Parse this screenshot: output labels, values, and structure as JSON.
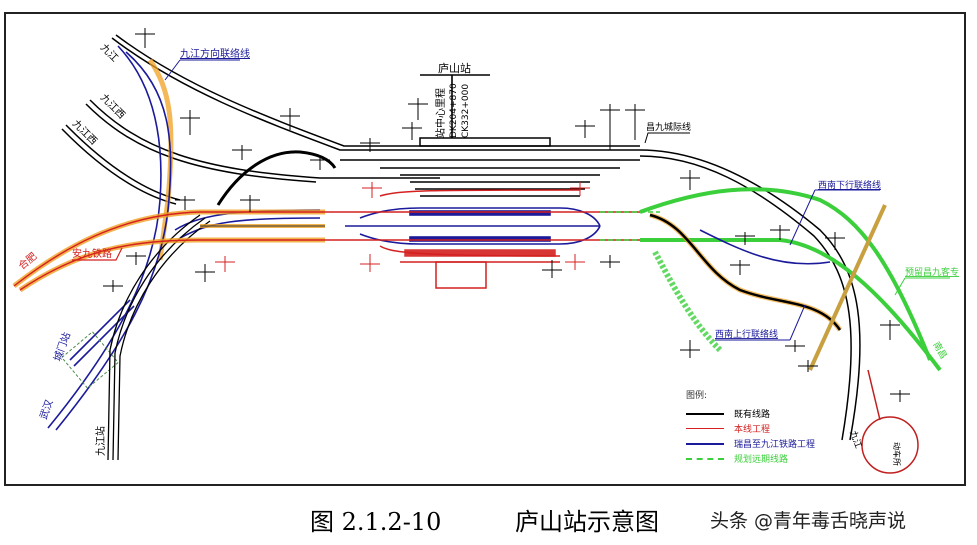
{
  "station": {
    "name": "庐山站",
    "center_label": "站中心里程",
    "mileage_1": "DK204+870",
    "mileage_2": "CK332+000"
  },
  "line_labels": {
    "jiujiang": "九江",
    "jiujiang_west_1": "九江西",
    "jiujiang_west_2": "九江西",
    "jiujiang_link": "九江方向联络线",
    "hefei": "合肥",
    "anjiu_railway": "安九铁路",
    "chengmen_station": "城门站",
    "wuhan": "武汉",
    "jiujiang_station": "九江站",
    "changjiu_intercity": "昌九城际线",
    "xinan_down_link": "西南下行联络线",
    "xinan_up_link": "西南上行联络线",
    "planned_changjiu_passenger": "预留昌九客专",
    "nanchang": "南昌",
    "jiujiang_south": "九江",
    "maintenance": "动车所"
  },
  "legend": {
    "title": "图例:",
    "items": [
      {
        "label": "既有线路",
        "color": "#000000",
        "style": "solid"
      },
      {
        "label": "本线工程",
        "color": "#d42020",
        "style": "solid"
      },
      {
        "label": "瑞昌至九江铁路工程",
        "color": "#1a1a9a",
        "style": "solid"
      },
      {
        "label": "规划远期线路",
        "color": "#3ccf3c",
        "style": "dashed"
      }
    ]
  },
  "colors": {
    "existing": "#000000",
    "this_project": "#d42020",
    "ruichang_jiujiang": "#1a1a9a",
    "planned": "#3ccf3c",
    "highlight_orange": "#f0a020",
    "tan": "#c8a040"
  },
  "caption": {
    "figure_number": "图 2.1.2-10",
    "title": "庐山站示意图"
  },
  "watermark": "头条 @青年毒舌晓声说"
}
